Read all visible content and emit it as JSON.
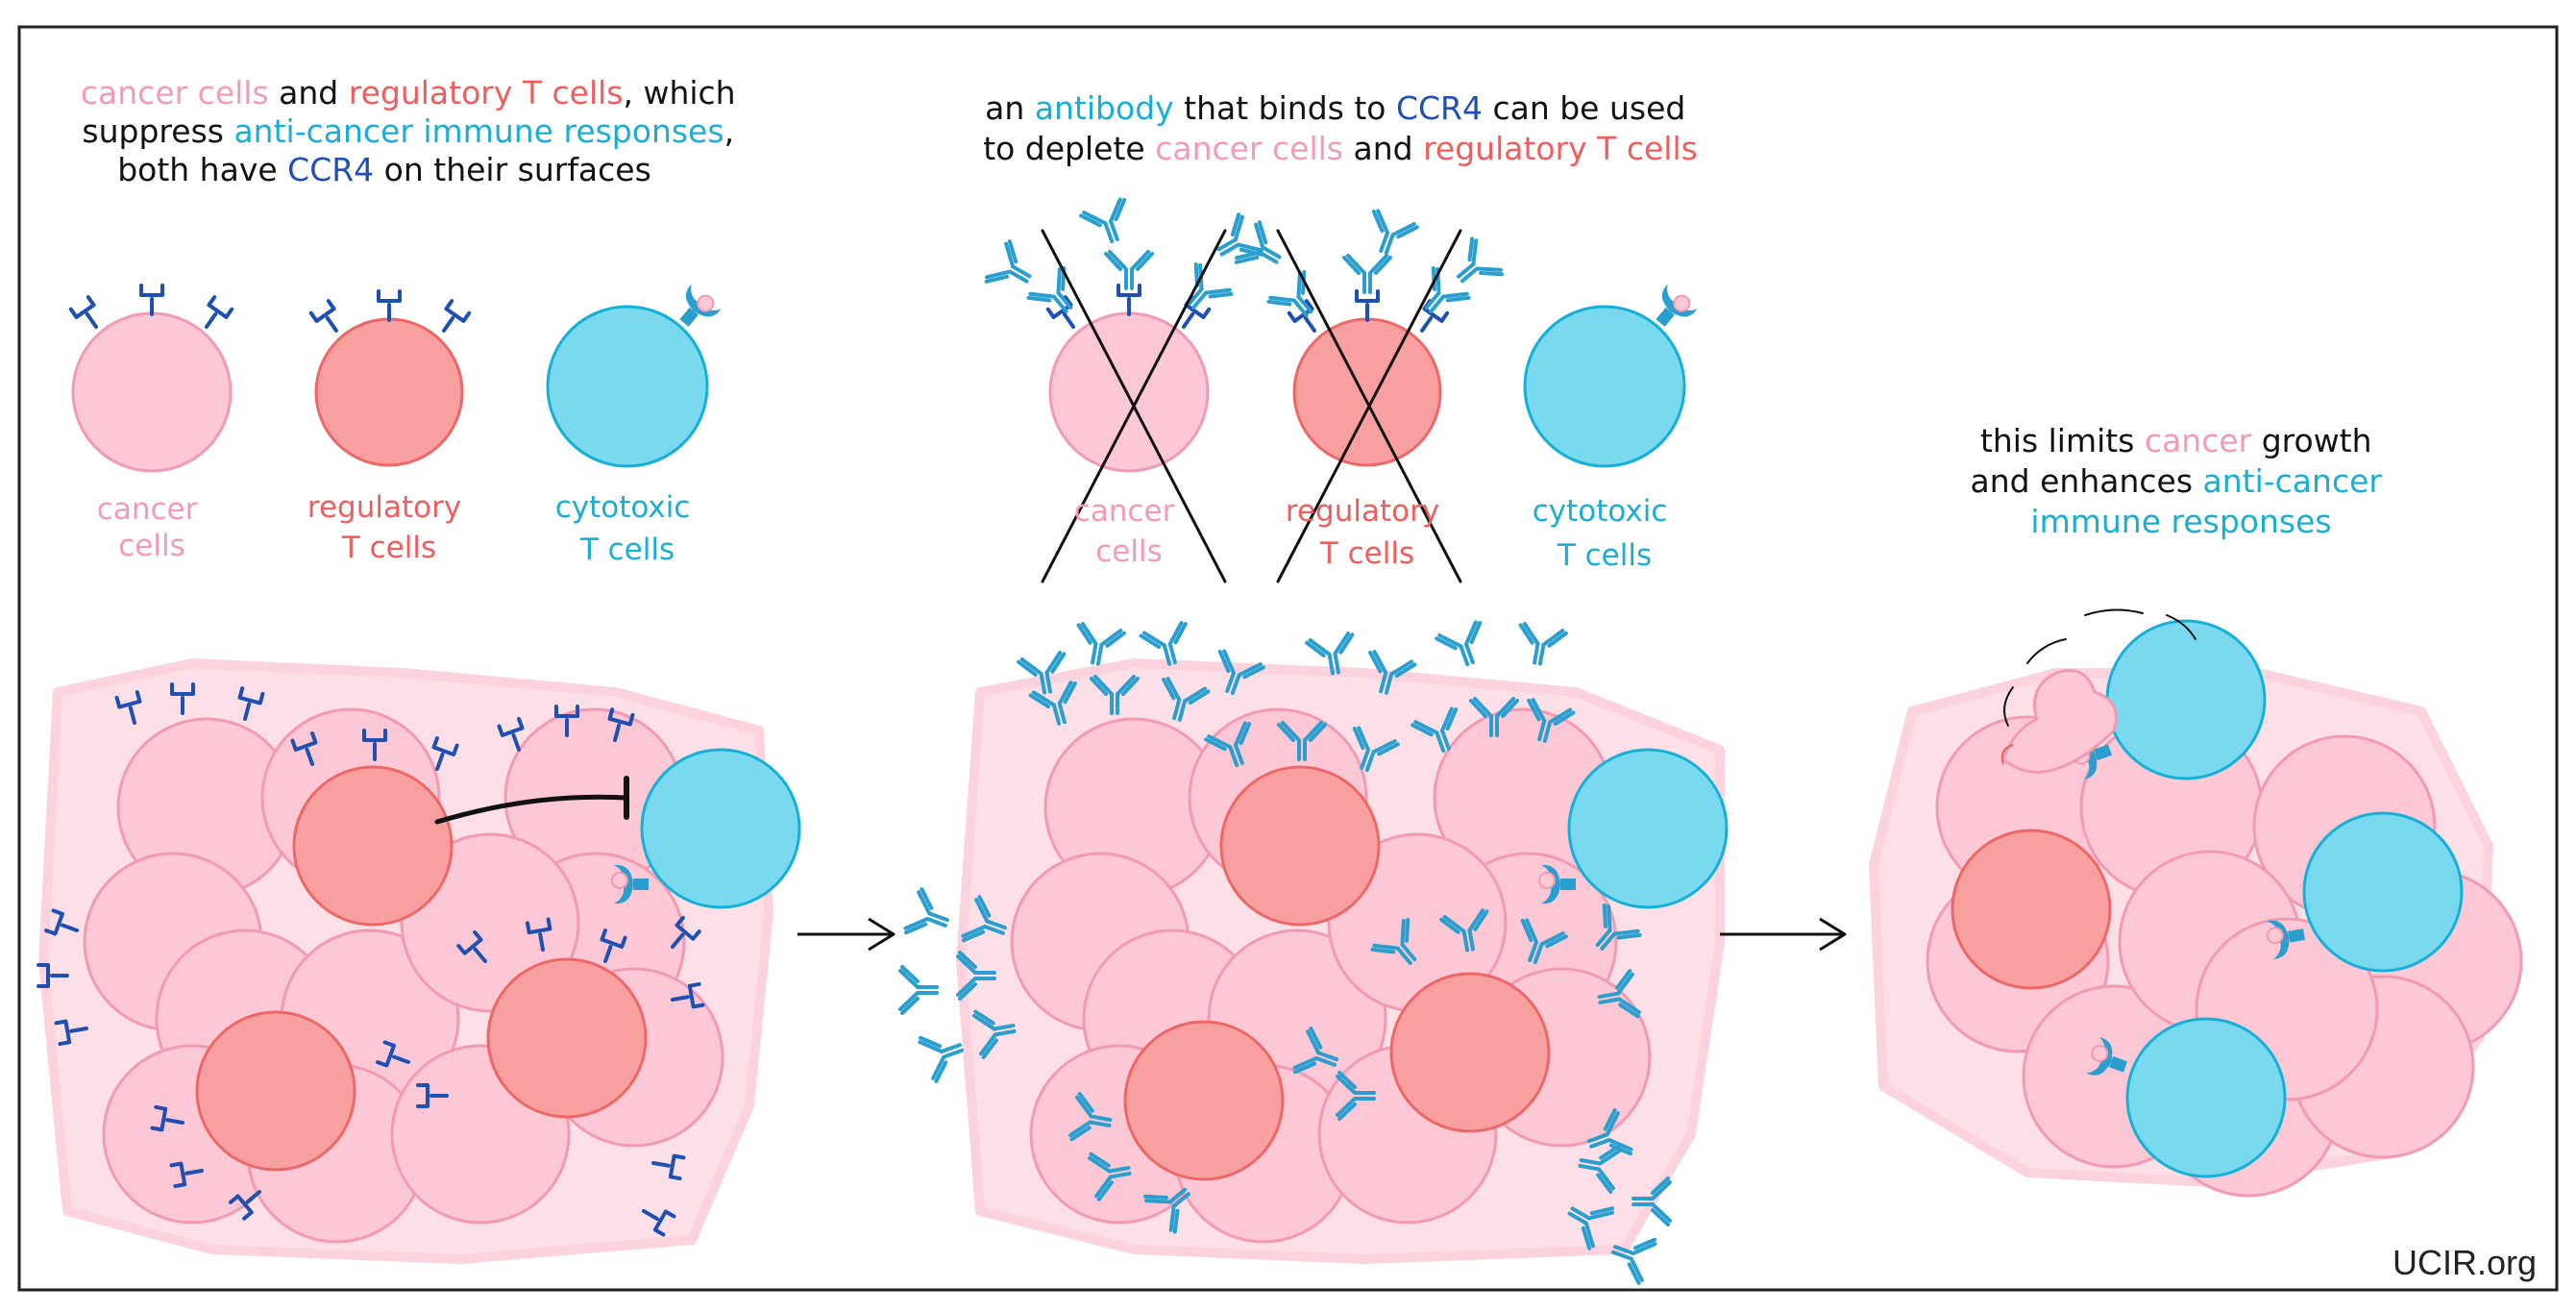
{
  "colors": {
    "black": "#111111",
    "cancer_pink": "#f39bb4",
    "cancer_fill": "#fcc8d6",
    "cancer_stroke": "#f29ab2",
    "treg_text": "#ee5e5e",
    "treg_fill": "#f8a0a0",
    "treg_stroke": "#ee6767",
    "cyto_text": "#1aaed2",
    "cyto_fill": "#7ad8ef",
    "cyto_stroke": "#14b0d8",
    "ccr4_text": "#1e4fb3",
    "receptor": "#1e4fb3",
    "antibody": "#2a9fcf",
    "tissue": "#fde0e7"
  },
  "panel1": {
    "caption": [
      [
        {
          "t": "cancer cells",
          "c": "cancer_pink"
        },
        {
          "t": " and ",
          "c": "black"
        },
        {
          "t": "regulatory T cells",
          "c": "treg_text"
        },
        {
          "t": ",  which",
          "c": "black"
        }
      ],
      [
        {
          "t": "suppress ",
          "c": "black"
        },
        {
          "t": "anti-cancer immune responses",
          "c": "cyto_text"
        },
        {
          "t": ",",
          "c": "black"
        }
      ],
      [
        {
          "t": "both have ",
          "c": "black"
        },
        {
          "t": "CCR4",
          "c": "ccr4_text"
        },
        {
          "t": " on their surfaces",
          "c": "black"
        }
      ]
    ],
    "labels": {
      "cancer": [
        "cancer",
        "cells"
      ],
      "treg": [
        "regulatory",
        "T cells"
      ],
      "cyto": [
        "cytotoxic",
        "T cells"
      ]
    }
  },
  "panel2": {
    "caption": [
      [
        {
          "t": "an ",
          "c": "black"
        },
        {
          "t": "antibody",
          "c": "cyto_text"
        },
        {
          "t": " that binds to ",
          "c": "black"
        },
        {
          "t": "CCR4",
          "c": "ccr4_text"
        },
        {
          "t": " can be used",
          "c": "black"
        }
      ],
      [
        {
          "t": "to deplete ",
          "c": "black"
        },
        {
          "t": "cancer cells",
          "c": "cancer_pink"
        },
        {
          "t": " and ",
          "c": "black"
        },
        {
          "t": "regulatory T cells",
          "c": "treg_text"
        }
      ]
    ],
    "labels": {
      "cancer": [
        "cancer",
        "cells"
      ],
      "treg": [
        "regulatory",
        "T cells"
      ],
      "cyto": [
        "cytotoxic",
        "T cells"
      ]
    }
  },
  "panel3": {
    "caption": [
      [
        {
          "t": "this limits ",
          "c": "black"
        },
        {
          "t": "cancer",
          "c": "cancer_pink"
        },
        {
          "t": " growth",
          "c": "black"
        }
      ],
      [
        {
          "t": "and enhances ",
          "c": "black"
        },
        {
          "t": "anti-cancer",
          "c": "cyto_text"
        }
      ],
      [
        {
          "t": "immune responses",
          "c": "cyto_text"
        }
      ]
    ]
  },
  "footer": {
    "brand": "UCIR.org"
  },
  "icons": {
    "receptor": "ccr4-receptor-icon",
    "antibody": "antibody-icon",
    "arrow": "right-arrow-icon",
    "cross": "cross-out-icon",
    "inhibit": "inhibition-arrow-icon"
  }
}
